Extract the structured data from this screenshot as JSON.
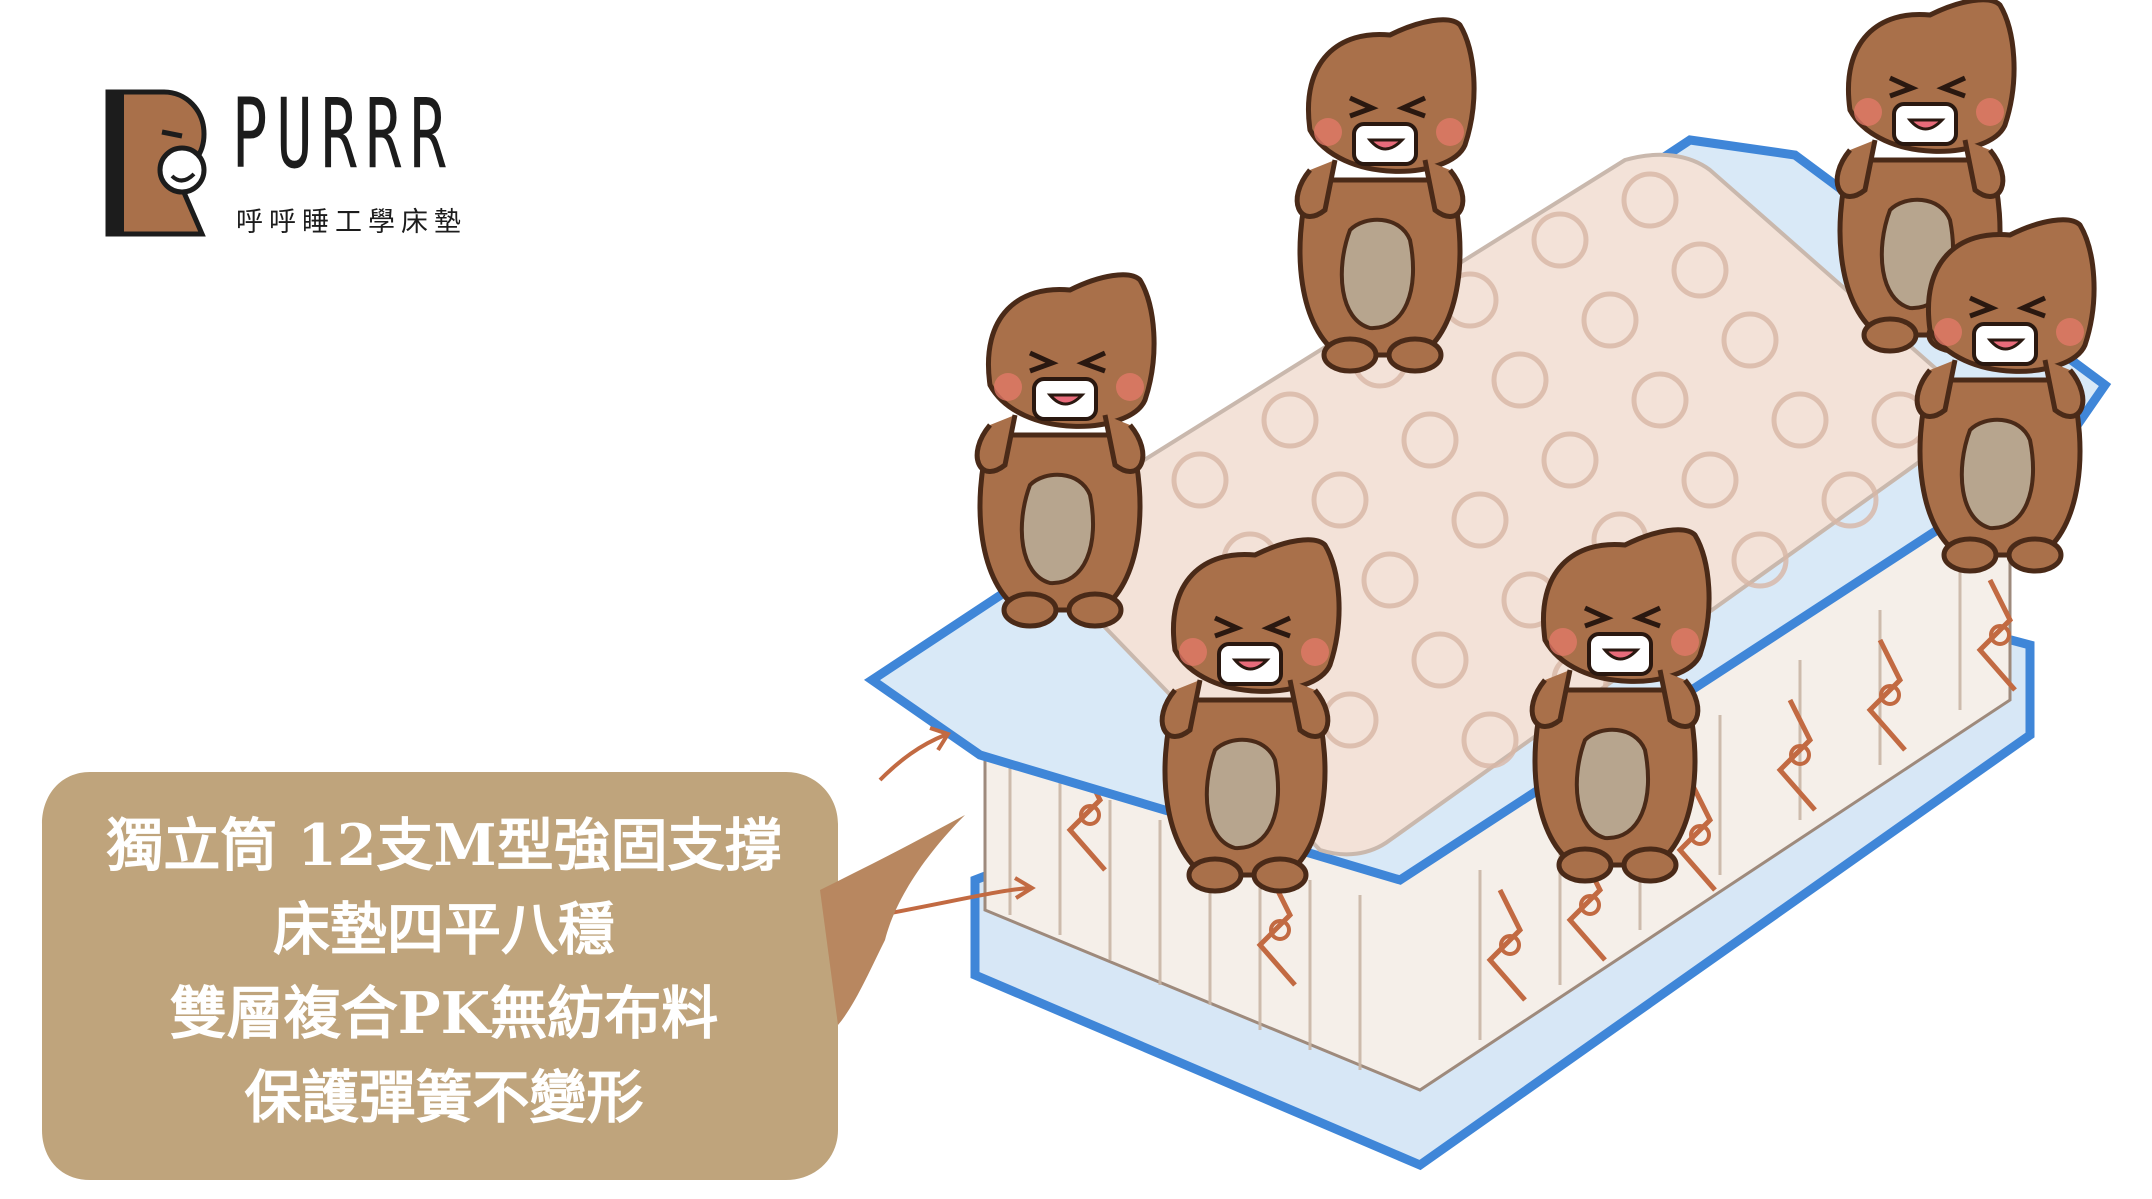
{
  "brand": {
    "name": "PURRR",
    "tagline": "呼呼睡工學床墊",
    "logo_icon": "bear-r-logo-icon"
  },
  "illustration": {
    "subject": "mattress-with-bears-illustration",
    "bear_count": 6,
    "colors": {
      "bear": "#a9704a",
      "bear_outline": "#4a2a18",
      "frame_blue": "#3f86d8",
      "spring_copper": "#c26a42",
      "top_pad": "#f3e2d8"
    }
  },
  "callout": {
    "lines": [
      "獨立筒 12支M型強固支撐",
      "床墊四平八穩",
      "雙層複合PK無紡布料",
      "保護彈簧不變形"
    ],
    "background": "#bfa47c",
    "pointer_color": "#b88760"
  }
}
